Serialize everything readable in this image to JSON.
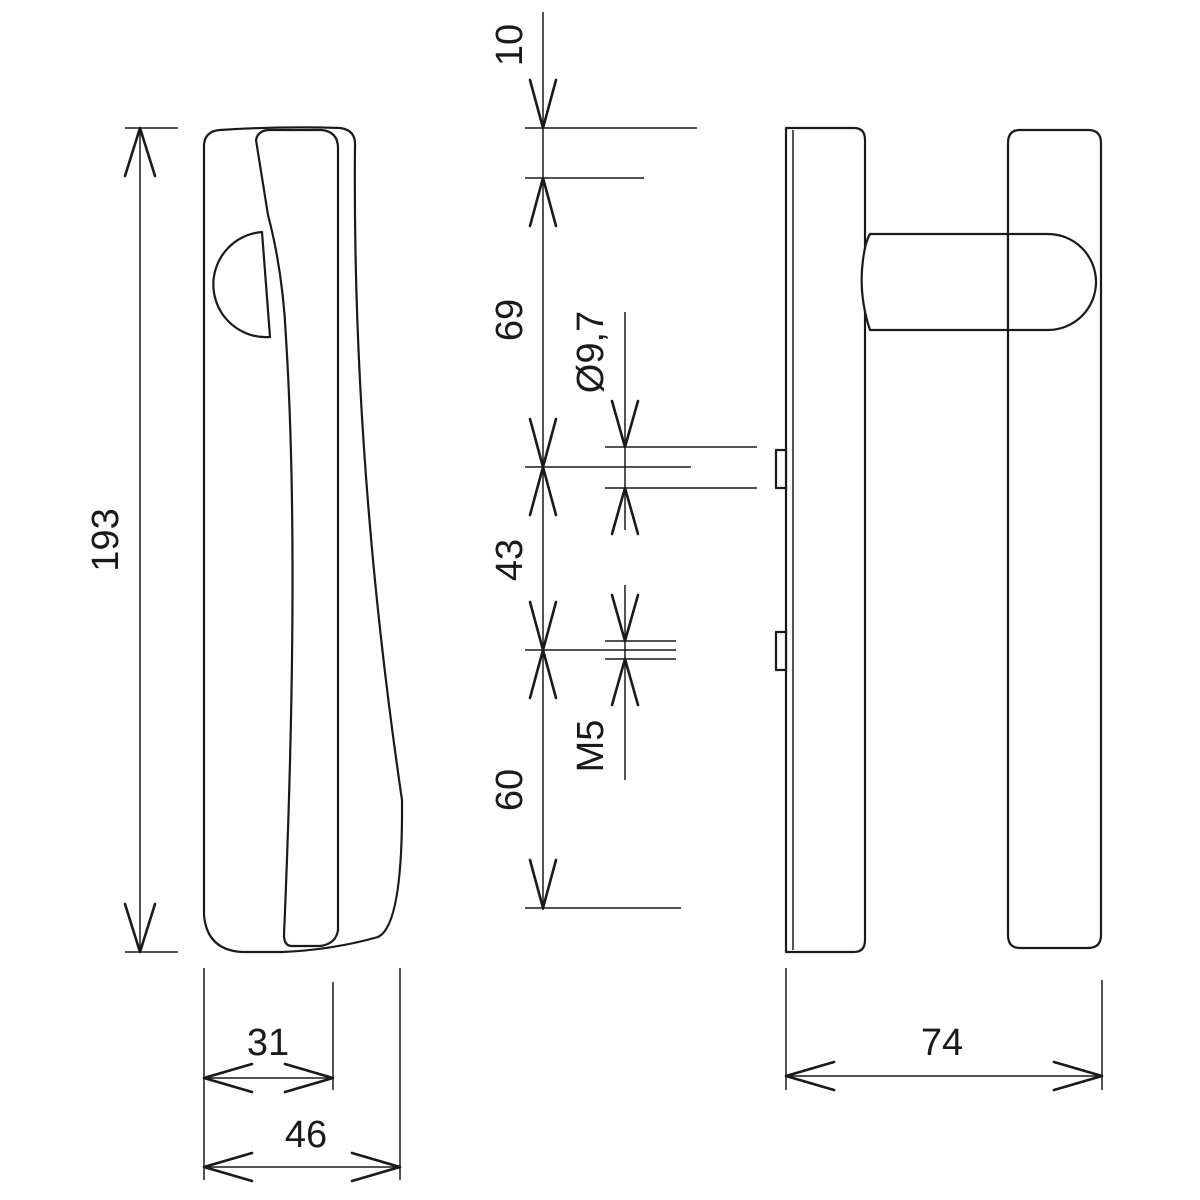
{
  "dimensions": {
    "total_height": "193",
    "top_offset": "10",
    "upper_spacing": "69",
    "middle_spacing": "43",
    "lower_spacing": "60",
    "hole_diameter": "Ø9,7",
    "thread": "M5",
    "inner_width": "31",
    "outer_width": "46",
    "projection": "74"
  }
}
